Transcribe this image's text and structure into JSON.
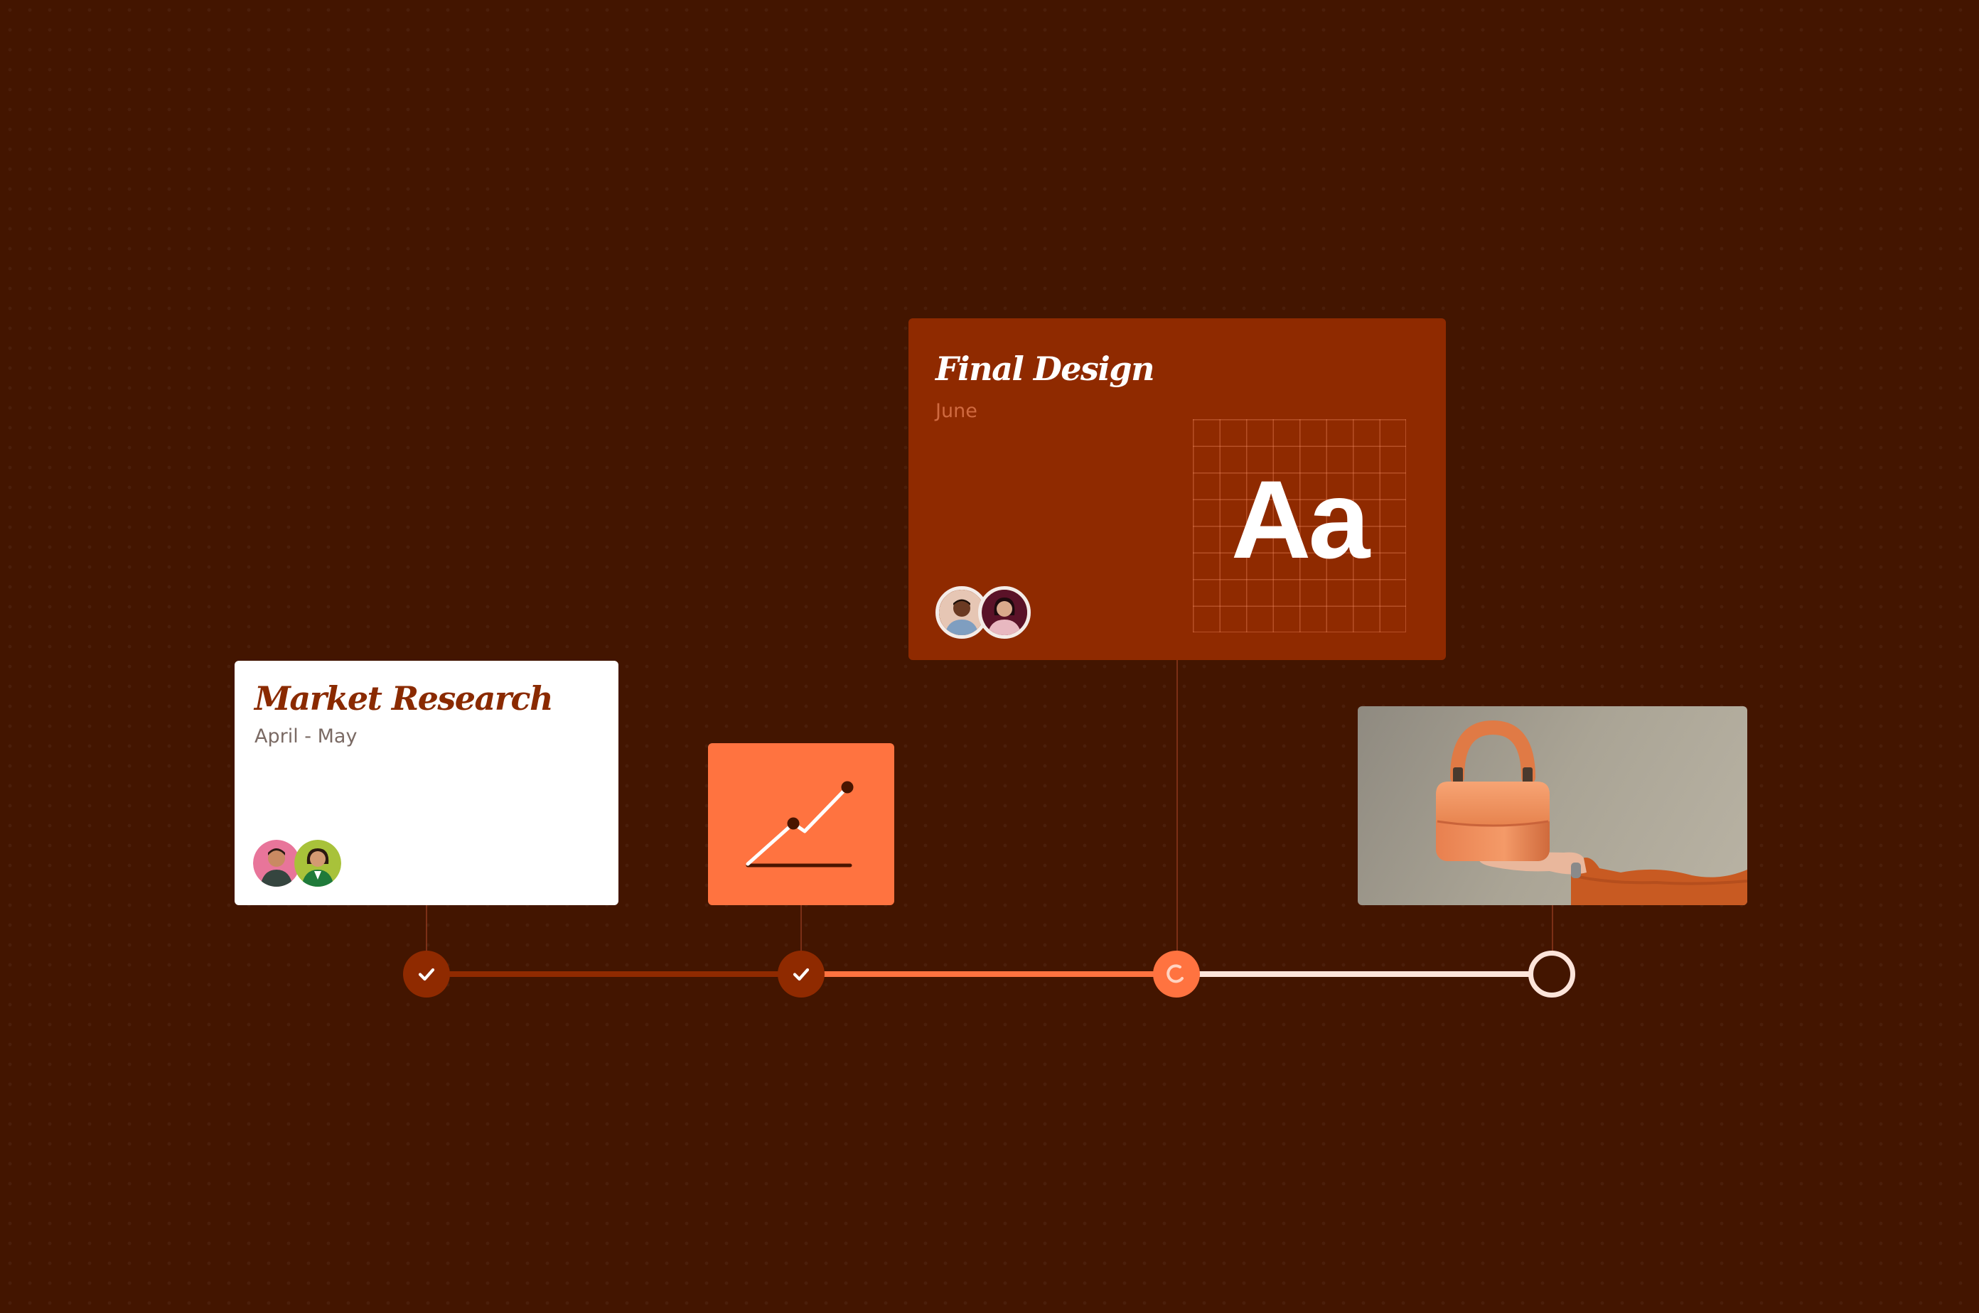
{
  "cards": {
    "market_research": {
      "title": "Market Research",
      "date": "April - May"
    },
    "final_design": {
      "title": "Final Design",
      "date": "June",
      "type_sample": "Aa"
    }
  },
  "timeline": {
    "milestones": [
      {
        "status": "done",
        "icon": "check-icon"
      },
      {
        "status": "done",
        "icon": "check-icon"
      },
      {
        "status": "in-progress",
        "icon": "spinner-icon"
      },
      {
        "status": "pending",
        "icon": "empty-circle-icon"
      }
    ]
  },
  "colors": {
    "background": "#431500",
    "dark_red": "#8f2a00",
    "orange": "#ff7340",
    "light_peach": "#fde4da",
    "white": "#ffffff"
  }
}
